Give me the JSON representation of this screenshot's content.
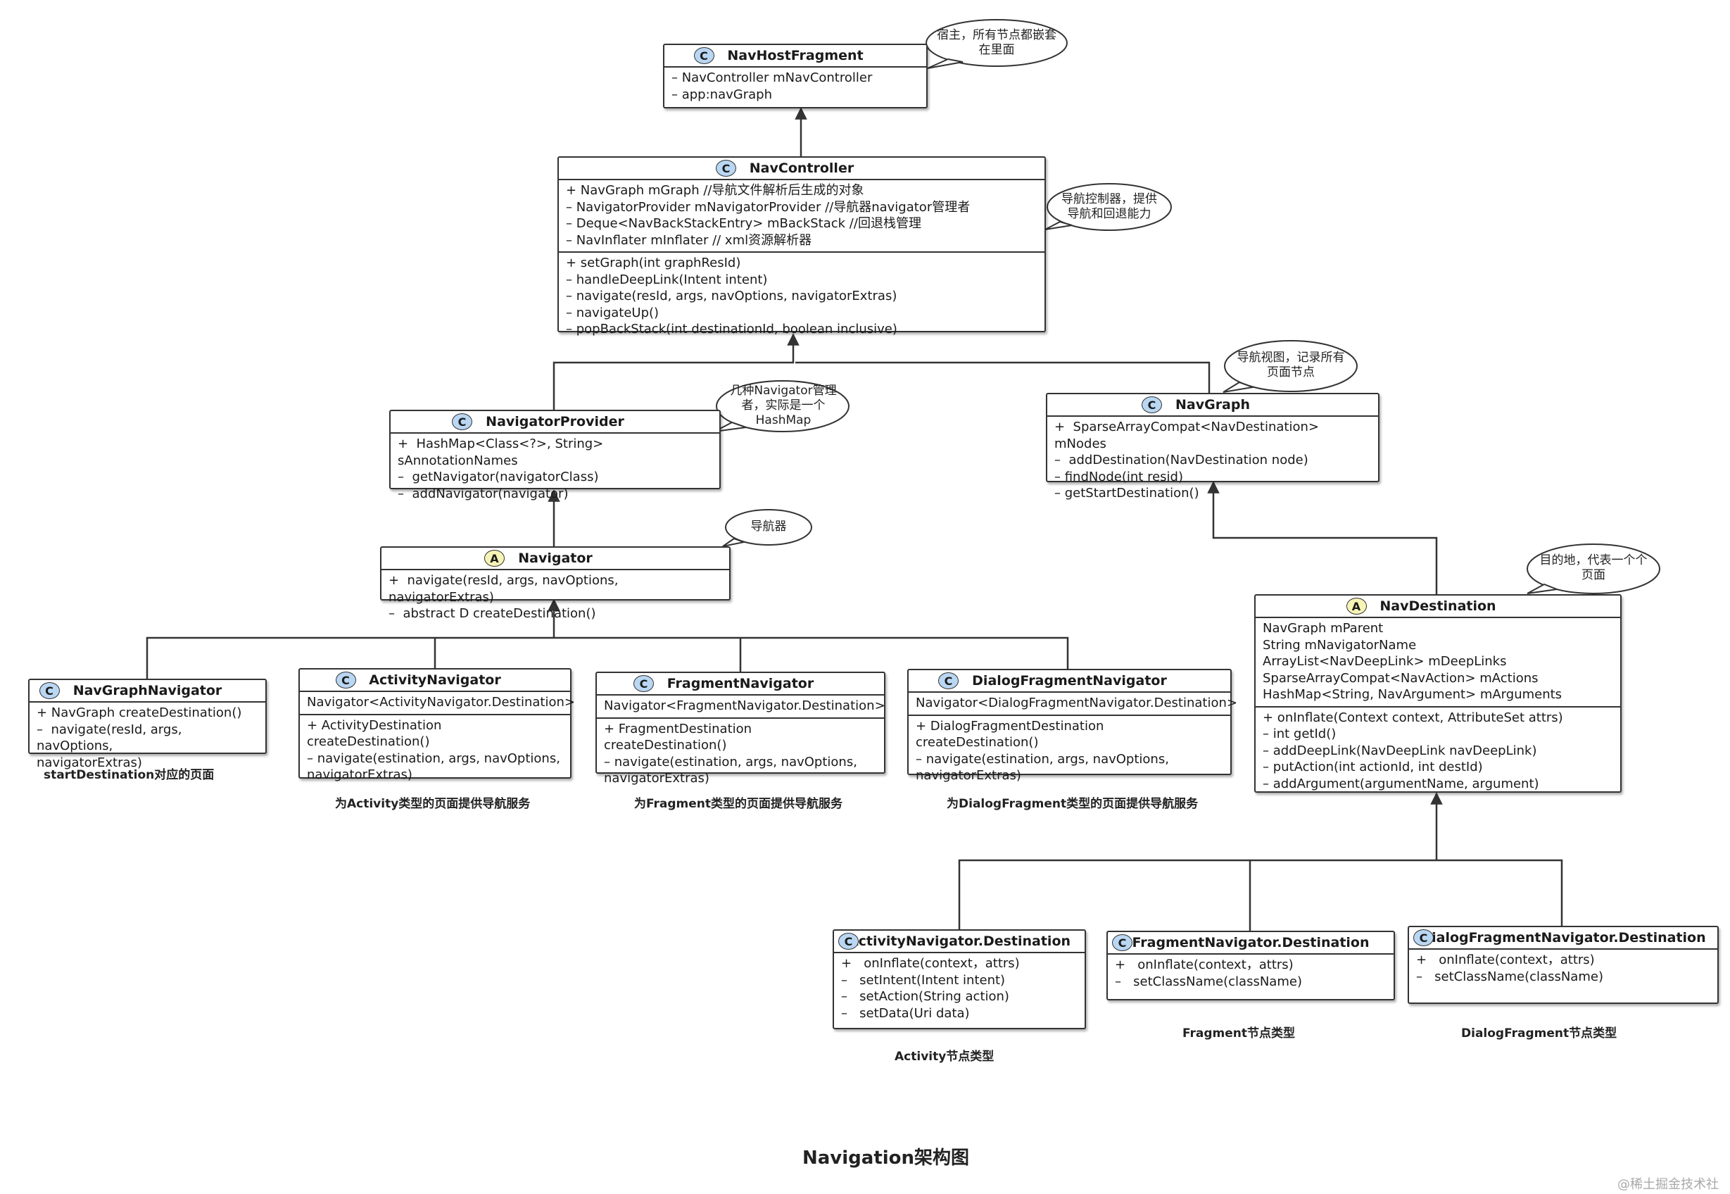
{
  "title": "Navigation架构图",
  "watermark": "@稀土掘金技术社区",
  "colors": {
    "class_badge": "#b9d6f2",
    "abstract_badge": "#f6f3b6",
    "border": "#333333"
  },
  "classes": [
    {
      "key": "navhostfragment",
      "name": "NavHostFragment",
      "badge": "C",
      "sections": [
        [
          "– NavController mNavController",
          "– app:navGraph"
        ]
      ]
    },
    {
      "key": "navcontroller",
      "name": "NavController",
      "badge": "C",
      "sections": [
        [
          "+ NavGraph mGraph //导航文件解析后生成的对象",
          "– NavigatorProvider mNavigatorProvider //导航器navigator管理者",
          "– Deque<NavBackStackEntry> mBackStack //回退栈管理",
          "– NavInflater mInflater // xml资源解析器"
        ],
        [
          "+ setGraph(int graphResId)",
          "– handleDeepLink(Intent intent)",
          "– navigate(resId, args, navOptions, navigatorExtras)",
          "– navigateUp()",
          "– popBackStack(int destinationId, boolean inclusive)"
        ]
      ]
    },
    {
      "key": "navigatorprovider",
      "name": "NavigatorProvider",
      "badge": "C",
      "sections": [
        [
          "+  HashMap<Class<?>, String> sAnnotationNames",
          "–  getNavigator(navigatorClass)",
          "–  addNavigator(navigator)"
        ]
      ]
    },
    {
      "key": "navgraph",
      "name": "NavGraph",
      "badge": "C",
      "sections": [
        [
          "+  SparseArrayCompat<NavDestination> mNodes",
          "–  addDestination(NavDestination node)",
          "– findNode(int resid)",
          "– getStartDestination()"
        ]
      ]
    },
    {
      "key": "navigator",
      "name": "Navigator",
      "badge": "A",
      "sections": [
        [
          "+  navigate(resId, args, navOptions, navigatorExtras)",
          "–  abstract D createDestination()"
        ]
      ]
    },
    {
      "key": "navdestination",
      "name": "NavDestination",
      "badge": "A",
      "sections": [
        [
          "NavGraph mParent",
          "String mNavigatorName",
          "ArrayList<NavDeepLink> mDeepLinks",
          "SparseArrayCompat<NavAction> mActions",
          "HashMap<String, NavArgument> mArguments"
        ],
        [
          "+ onInflate(Context context, AttributeSet attrs)",
          "– int getId()",
          "– addDeepLink(NavDeepLink navDeepLink)",
          "– putAction(int actionId, int destId)",
          "– addArgument(argumentName, argument)"
        ]
      ]
    },
    {
      "key": "navgraphnavigator",
      "name": "NavGraphNavigator",
      "badge": "C",
      "sections": [
        [
          "+ NavGraph createDestination()",
          "–  navigate(resId, args, navOptions,",
          "navigatorExtras)"
        ]
      ]
    },
    {
      "key": "activitynavigator",
      "name": "ActivityNavigator",
      "badge": "C",
      "sections": [
        [
          "Navigator<ActivityNavigator.Destination>"
        ],
        [
          "+ ActivityDestination createDestination()",
          "– navigate(estination, args, navOptions,",
          "navigatorExtras)"
        ]
      ]
    },
    {
      "key": "fragmentnavigator",
      "name": "FragmentNavigator",
      "badge": "C",
      "sections": [
        [
          "Navigator<FragmentNavigator.Destination>"
        ],
        [
          "+ FragmentDestination createDestination()",
          "– navigate(estination, args, navOptions,",
          "navigatorExtras)"
        ]
      ]
    },
    {
      "key": "dialogfragmentnavigator",
      "name": "DialogFragmentNavigator",
      "badge": "C",
      "sections": [
        [
          "Navigator<DialogFragmentNavigator.Destination>"
        ],
        [
          "+ DialogFragmentDestination createDestination()",
          "– navigate(estination, args, navOptions,",
          "navigatorExtras)"
        ]
      ]
    },
    {
      "key": "activitydestination",
      "name": "ActivityNavigator.Destination",
      "badge": "C",
      "sections": [
        [
          "+   onInflate(context，attrs)",
          "–   setIntent(Intent intent)",
          "–   setAction(String action)",
          "–   setData(Uri data)"
        ]
      ]
    },
    {
      "key": "fragmentdestination",
      "name": "FragmentNavigator.Destination",
      "badge": "C",
      "sections": [
        [
          "+   onInflate(context，attrs)",
          "–   setClassName(className)"
        ]
      ]
    },
    {
      "key": "dialogfragmentdestination",
      "name": "DialogFragmentNavigator.Destination",
      "badge": "C",
      "sections": [
        [
          "+   onInflate(context，attrs)",
          "–   setClassName(className)"
        ]
      ]
    }
  ],
  "bubbles": [
    {
      "key": "host",
      "text": "宿主，所有节点都嵌套\n在里面"
    },
    {
      "key": "controller",
      "text": "导航控制器，提供\n导航和回退能力"
    },
    {
      "key": "provider",
      "text": "几种Navigator管理\n者，实际是一个\nHashMap"
    },
    {
      "key": "graph",
      "text": "导航视图，记录所有\n页面节点"
    },
    {
      "key": "navigator",
      "text": "导航器"
    },
    {
      "key": "destination",
      "text": "目的地，代表一个个\n页面"
    }
  ],
  "notes": [
    {
      "key": "startdest",
      "text": "startDestination对应的页面"
    },
    {
      "key": "activity",
      "text": "为Activity类型的页面提供导航服务"
    },
    {
      "key": "fragment",
      "text": "为Fragment类型的页面提供导航服务"
    },
    {
      "key": "dialogfragment",
      "text": "为DialogFragment类型的页面提供导航服务"
    },
    {
      "key": "activitynode",
      "text": "Activity节点类型"
    },
    {
      "key": "fragmentnode",
      "text": "Fragment节点类型"
    },
    {
      "key": "dialogfragmentnode",
      "text": "DialogFragment节点类型"
    }
  ]
}
